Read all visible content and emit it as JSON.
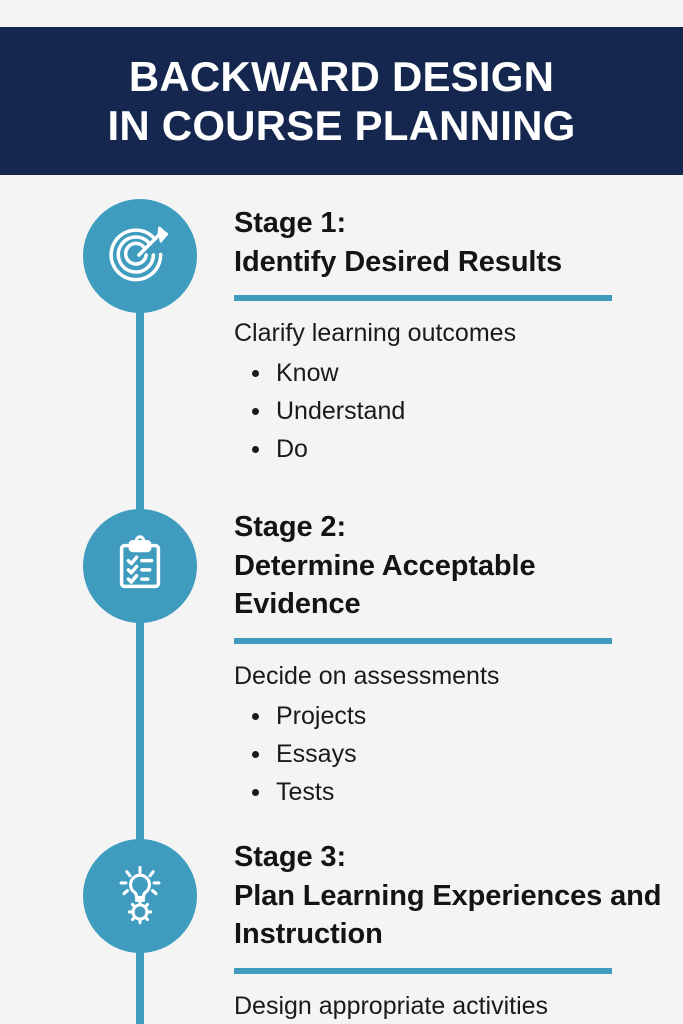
{
  "header": {
    "title_lines": [
      "BACKWARD DESIGN",
      "IN COURSE PLANNING"
    ],
    "background_color": "#16274f",
    "text_color": "#ffffff"
  },
  "theme": {
    "page_background": "#f4f4f4",
    "accent_color": "#3f9cbf",
    "navy_color": "#16274f",
    "body_text_color": "#1a1a1a"
  },
  "stages": [
    {
      "icon_name": "target-arrow-icon",
      "heading": "Stage 1:\nIdentify Desired Results",
      "lead": "Clarify learning outcomes",
      "bullets": [
        "Know",
        "Understand",
        "Do"
      ]
    },
    {
      "icon_name": "clipboard-checklist-icon",
      "heading": "Stage 2:\nDetermine Acceptable Evidence",
      "lead": "Decide on assessments",
      "bullets": [
        "Projects",
        "Essays",
        "Tests"
      ]
    },
    {
      "icon_name": "lightbulb-gear-icon",
      "heading": "Stage 3:\nPlan Learning Experiences and Instruction",
      "lead": "Design appropriate activities",
      "bullets": []
    }
  ]
}
